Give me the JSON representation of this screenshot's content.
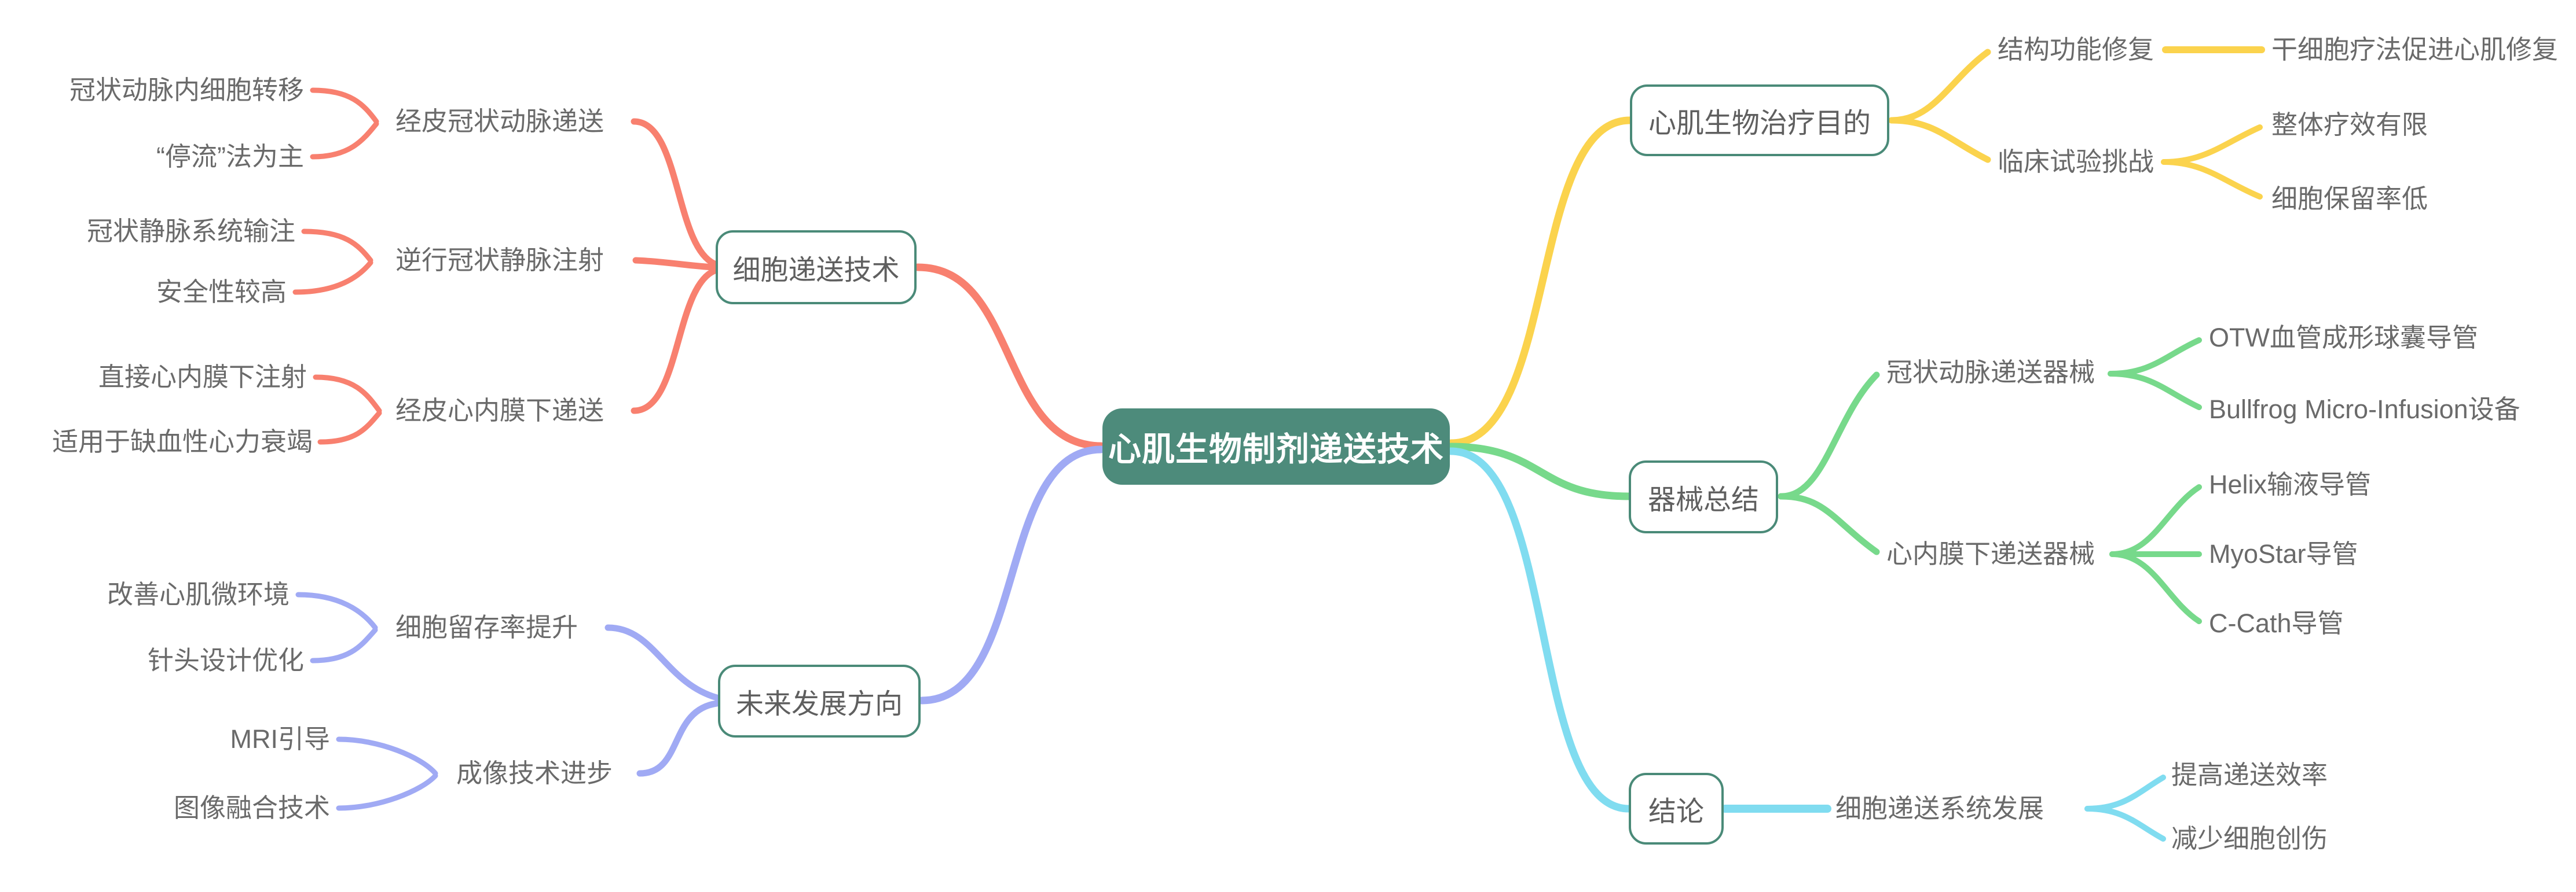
{
  "colors": {
    "coral": "#f8806f",
    "periwinkle": "#a0aaf4",
    "yellow": "#fbd34d",
    "green": "#77d98b",
    "cyan": "#80dcf0",
    "node_border": "#4a8a78",
    "root_bg": "#4d8b7b",
    "root_text": "#ffffff",
    "text_gray": "#6a6a6a",
    "background": "#ffffff"
  },
  "map": {
    "root": {
      "label": "心肌生物制剂递送技术"
    },
    "branches": [
      {
        "label": "细胞递送技术",
        "color": "coral",
        "children": [
          {
            "label": "经皮冠状动脉递送",
            "children": [
              {
                "label": "冠状动脉内细胞转移"
              },
              {
                "label": "“停流”法为主"
              }
            ]
          },
          {
            "label": "逆行冠状静脉注射",
            "children": [
              {
                "label": "冠状静脉系统输注"
              },
              {
                "label": "安全性较高"
              }
            ]
          },
          {
            "label": "经皮心内膜下递送",
            "children": [
              {
                "label": "直接心内膜下注射"
              },
              {
                "label": "适用于缺血性心力衰竭"
              }
            ]
          }
        ]
      },
      {
        "label": "未来发展方向",
        "color": "periwinkle",
        "children": [
          {
            "label": "细胞留存率提升",
            "children": [
              {
                "label": "改善心肌微环境"
              },
              {
                "label": "针头设计优化"
              }
            ]
          },
          {
            "label": "成像技术进步",
            "children": [
              {
                "label": "MRI引导"
              },
              {
                "label": "图像融合技术"
              }
            ]
          }
        ]
      },
      {
        "label": "心肌生物治疗目的",
        "color": "yellow",
        "children": [
          {
            "label": "结构功能修复",
            "children": [
              {
                "label": "干细胞疗法促进心肌修复"
              }
            ]
          },
          {
            "label": "临床试验挑战",
            "children": [
              {
                "label": "整体疗效有限"
              },
              {
                "label": "细胞保留率低"
              }
            ]
          }
        ]
      },
      {
        "label": "器械总结",
        "color": "green",
        "children": [
          {
            "label": "冠状动脉递送器械",
            "children": [
              {
                "label": "OTW血管成形球囊导管"
              },
              {
                "label": "Bullfrog Micro-Infusion设备"
              }
            ]
          },
          {
            "label": "心内膜下递送器械",
            "children": [
              {
                "label": "Helix输液导管"
              },
              {
                "label": "MyoStar导管"
              },
              {
                "label": "C-Cath导管"
              }
            ]
          }
        ]
      },
      {
        "label": "结论",
        "color": "cyan",
        "children": [
          {
            "label": "细胞递送系统发展",
            "children": [
              {
                "label": "提高递送效率"
              },
              {
                "label": "减少细胞创伤"
              }
            ]
          }
        ]
      }
    ]
  }
}
